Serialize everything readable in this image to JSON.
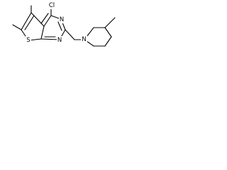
{
  "structure": {
    "atoms": {
      "chlorine": "Cl",
      "sulfur": "S",
      "nitrogen_top": "N",
      "nitrogen_bottom": "N",
      "nitrogen_piperidine": "N"
    }
  }
}
